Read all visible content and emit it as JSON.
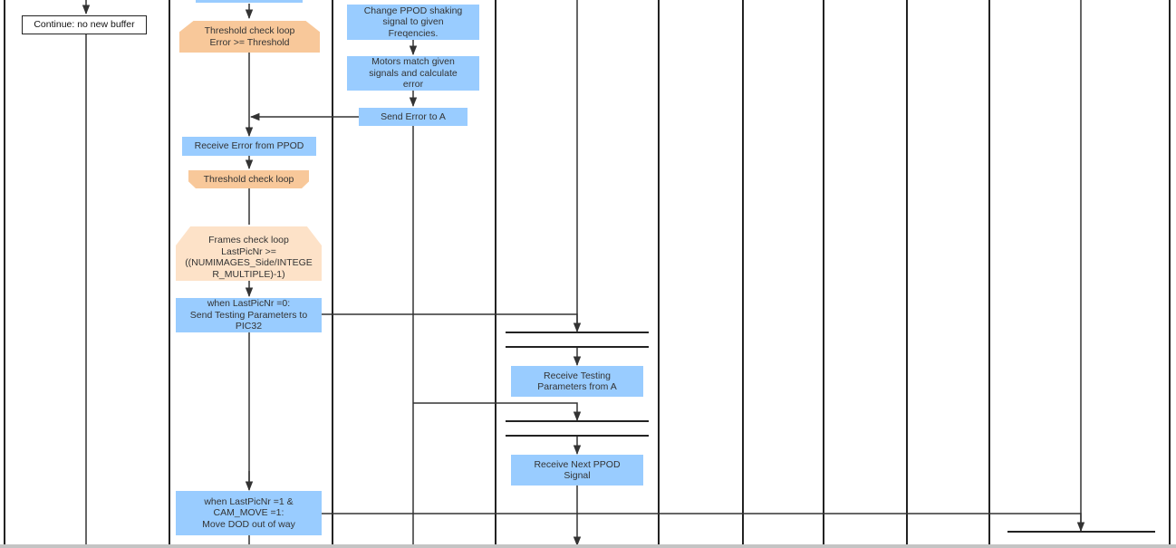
{
  "diagram": {
    "nodes": [
      {
        "id": "continue_no_buffer",
        "text": "Continue: no new buffer",
        "style": "outlined"
      },
      {
        "id": "threshold_loop_error",
        "text": "Threshold check loop\nError >= Threshold",
        "style": "orange"
      },
      {
        "id": "change_ppod_signal",
        "text": "Change PPOD shaking\nsignal to given\nFreqencies.",
        "style": "blue"
      },
      {
        "id": "motors_match",
        "text": "Motors match given\nsignals and calculate\nerror",
        "style": "blue"
      },
      {
        "id": "send_error_to_a",
        "text": "Send Error to A",
        "style": "blue"
      },
      {
        "id": "receive_error_ppod",
        "text": "Receive Error from PPOD",
        "style": "blue"
      },
      {
        "id": "threshold_loop",
        "text": "Threshold check loop",
        "style": "orange"
      },
      {
        "id": "frames_check_loop",
        "text": "Frames check loop\nLastPicNr >=\n((NUMIMAGES_Side/INTEGE\nR_MULTIPLE)-1)",
        "style": "peach"
      },
      {
        "id": "send_testing_params",
        "text": "when LastPicNr =0:\nSend Testing Parameters to\nPIC32",
        "style": "blue"
      },
      {
        "id": "receive_testing_params",
        "text": "Receive Testing\nParameters from A",
        "style": "blue"
      },
      {
        "id": "receive_next_ppod",
        "text": "Receive Next PPOD\nSignal",
        "style": "blue"
      },
      {
        "id": "move_dod",
        "text": "when LastPicNr =1 &\nCAM_MOVE =1:\nMove DOD out of way",
        "style": "blue"
      }
    ],
    "colors": {
      "line": "#333333",
      "process_fill": "#99ccff",
      "loop_fill": "#f8c89a",
      "loop_light_fill": "#fde2c8",
      "scrollbar": "#c4c4c4"
    }
  }
}
